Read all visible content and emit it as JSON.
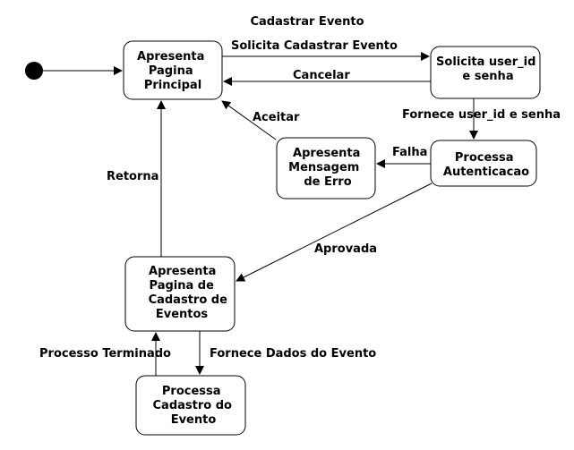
{
  "title": "Cadastrar Evento",
  "states": {
    "principal": [
      "Apresenta",
      "Pagina",
      "Principal"
    ],
    "solicita": [
      "Solicita user_id",
      "e senha"
    ],
    "erro": [
      "Apresenta",
      "Mensagem",
      "de Erro"
    ],
    "autentica": [
      "Processa",
      "Autenticacao"
    ],
    "cadastro_pag": [
      "Apresenta",
      "Pagina de",
      "Cadastro de",
      "Eventos"
    ],
    "processa_cad": [
      "Processa",
      "Cadastro do",
      "Evento"
    ]
  },
  "transitions": {
    "solicita_cadastrar": "Solicita Cadastrar Evento",
    "cancelar": "Cancelar",
    "fornece_user": "Fornece user_id e senha",
    "falha": "Falha",
    "aceitar": "Aceitar",
    "aprovada": "Aprovada",
    "retorna": "Retorna",
    "fornece_dados": "Fornece Dados do Evento",
    "processo_terminado": "Processo Terminado"
  }
}
